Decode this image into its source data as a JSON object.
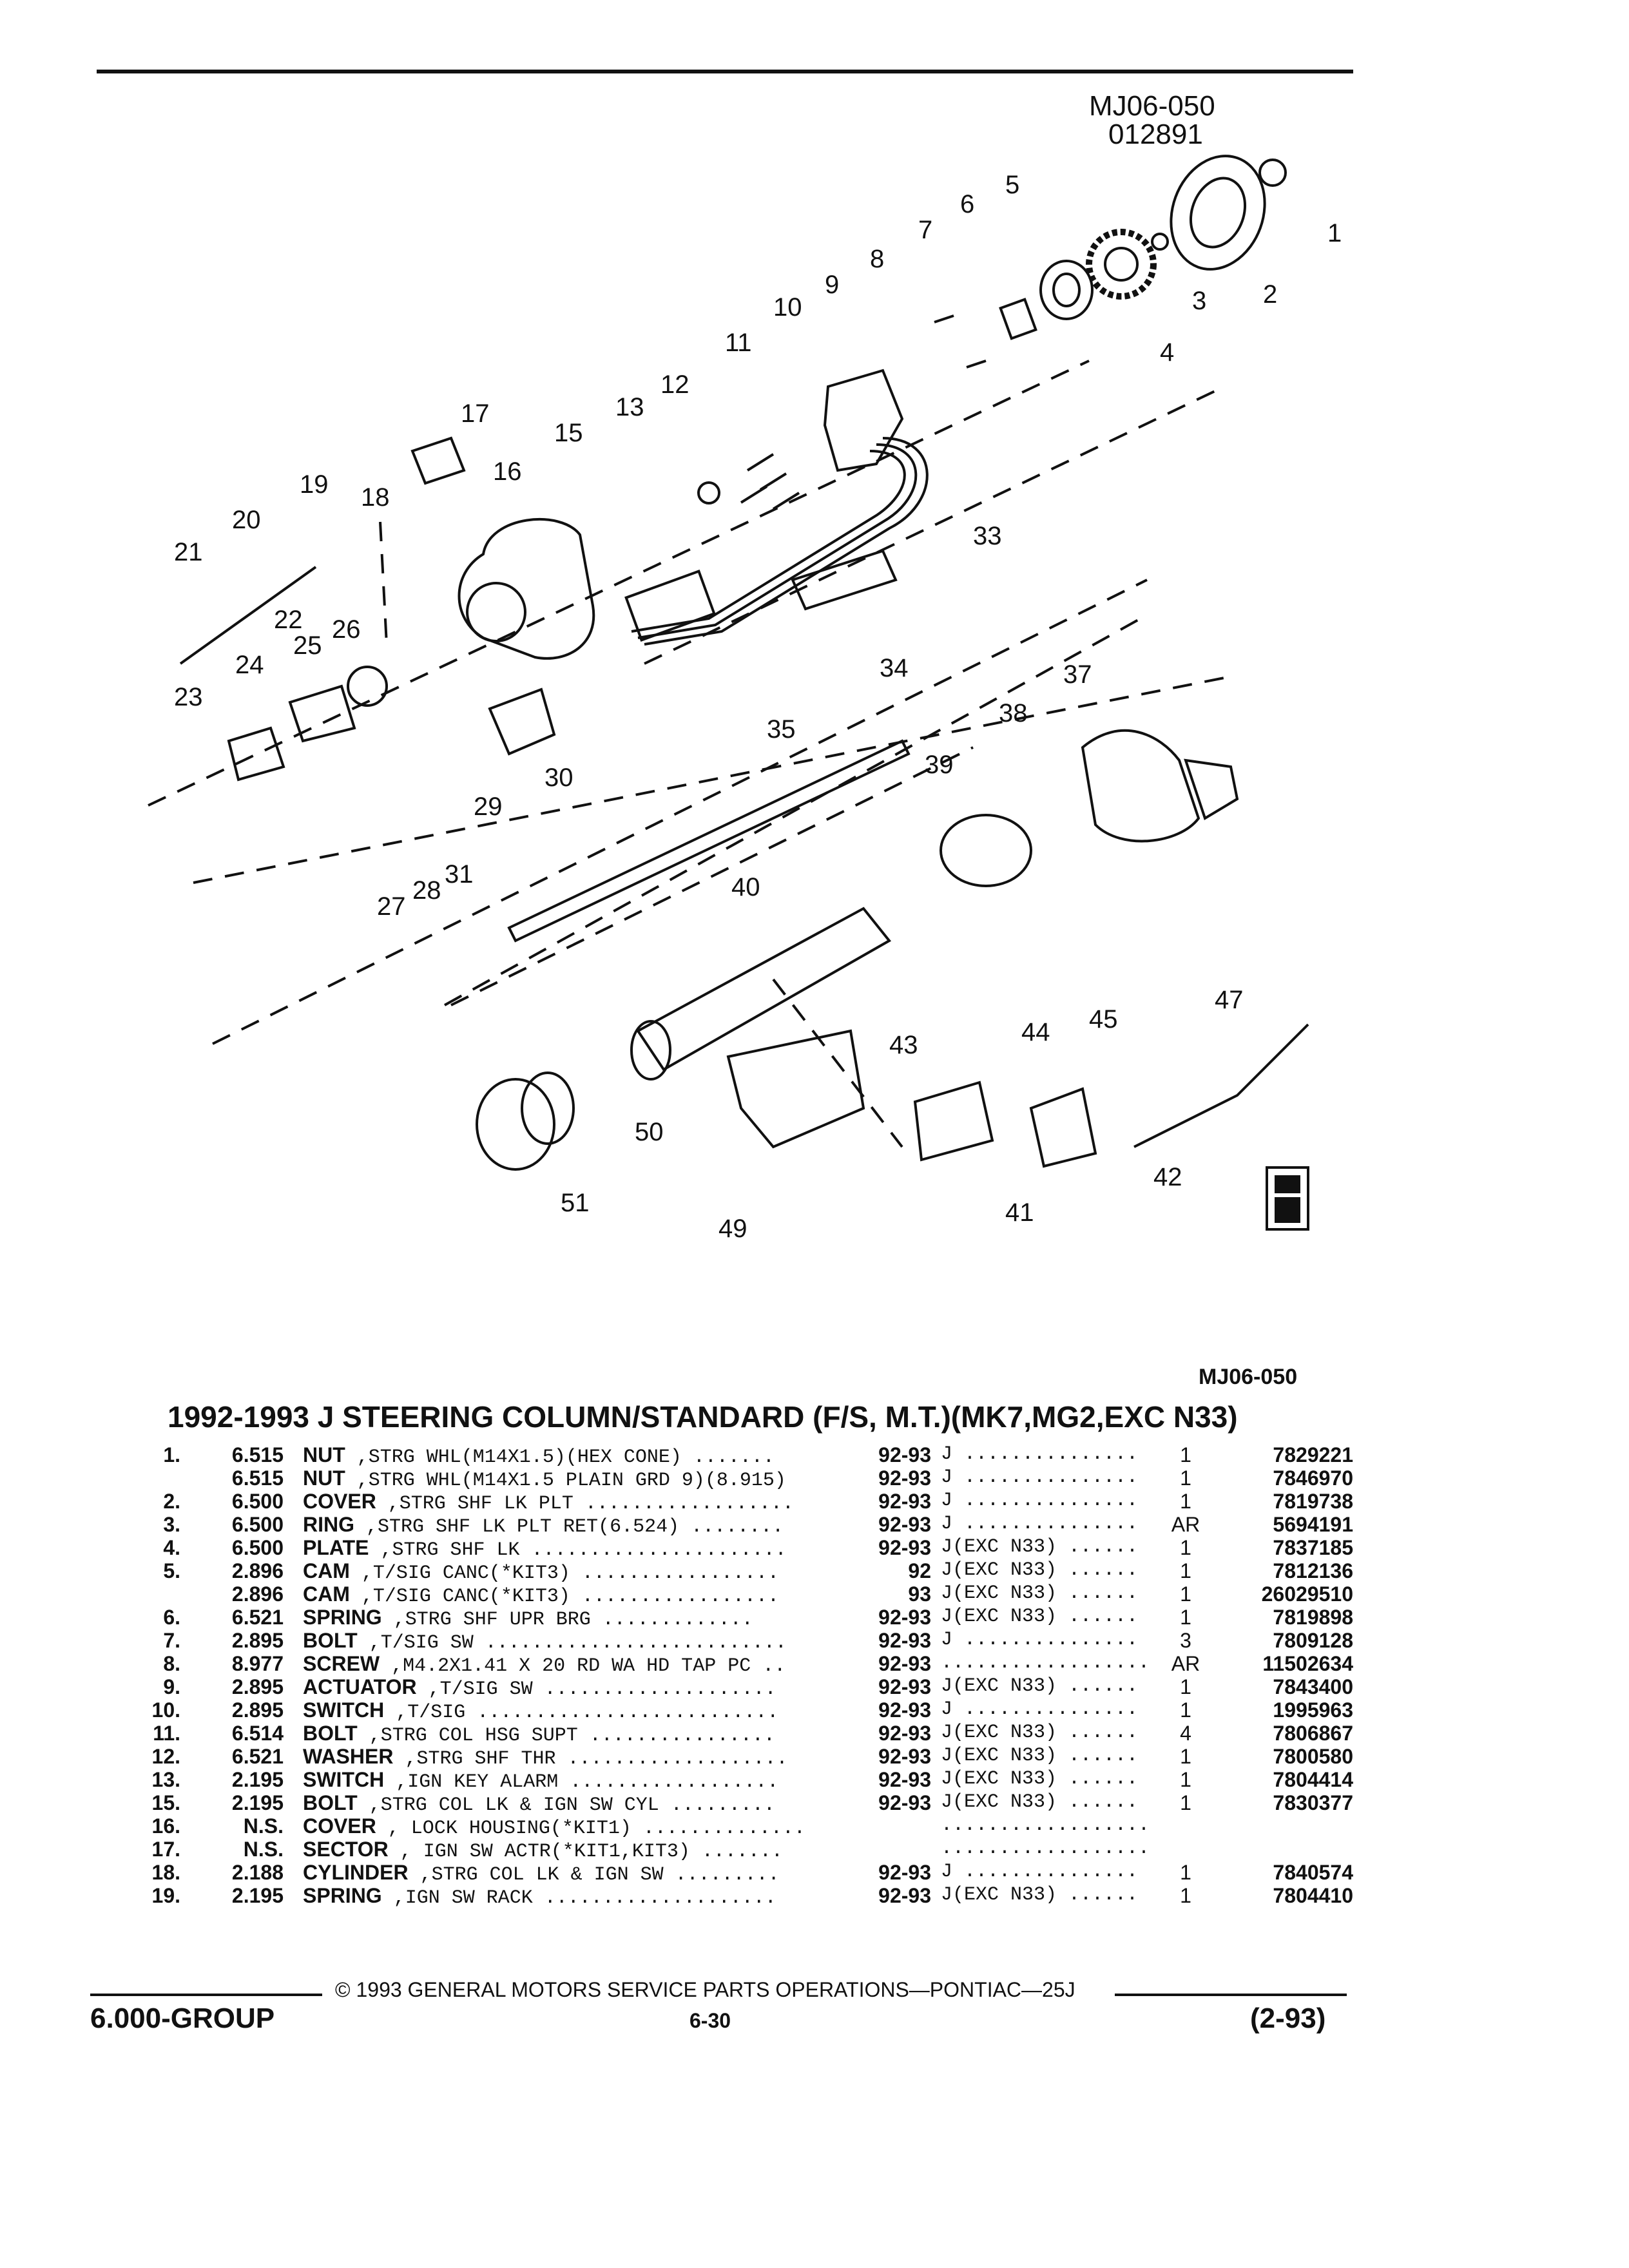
{
  "figure": {
    "id": "MJ06-050",
    "date_code": "012891"
  },
  "callouts": [
    "1",
    "2",
    "3",
    "4",
    "5",
    "6",
    "7",
    "8",
    "9",
    "10",
    "11",
    "12",
    "13",
    "15",
    "16",
    "17",
    "18",
    "19",
    "20",
    "21",
    "22",
    "23",
    "24",
    "25",
    "26",
    "27",
    "28",
    "29",
    "30",
    "31",
    "33",
    "34",
    "35",
    "37",
    "38",
    "39",
    "40",
    "41",
    "42",
    "43",
    "44",
    "45",
    "47",
    "49",
    "50",
    "51"
  ],
  "section": {
    "code": "MJ06-050",
    "title": "1992-1993 J STEERING COLUMN/STANDARD (F/S, M.T.)(MK7,MG2,EXC N33)"
  },
  "parts": [
    {
      "no": "1.",
      "group": "6.515",
      "name": "NUT",
      "desc": " ,STRG WHL(M14X1.5)(HEX CONE) .......",
      "years": "92-93",
      "model": "J ...............",
      "qty": "1",
      "pn": "7829221"
    },
    {
      "no": "",
      "group": "6.515",
      "name": "NUT",
      "desc": " ,STRG WHL(M14X1.5 PLAIN GRD 9)(8.915)",
      "years": "92-93",
      "model": "J ...............",
      "qty": "1",
      "pn": "7846970"
    },
    {
      "no": "2.",
      "group": "6.500",
      "name": "COVER",
      "desc": " ,STRG SHF LK PLT ..................",
      "years": "92-93",
      "model": "J ...............",
      "qty": "1",
      "pn": "7819738"
    },
    {
      "no": "3.",
      "group": "6.500",
      "name": "RING",
      "desc": " ,STRG SHF LK PLT RET(6.524) ........",
      "years": "92-93",
      "model": "J ...............",
      "qty": "AR",
      "pn": "5694191"
    },
    {
      "no": "4.",
      "group": "6.500",
      "name": "PLATE",
      "desc": " ,STRG SHF LK ......................",
      "years": "92-93",
      "model": "J(EXC N33) ......",
      "qty": "1",
      "pn": "7837185"
    },
    {
      "no": "5.",
      "group": "2.896",
      "name": "CAM",
      "desc": " ,T/SIG CANC(*KIT3) .................",
      "years": "92",
      "model": "J(EXC N33) ......",
      "qty": "1",
      "pn": "7812136"
    },
    {
      "no": "",
      "group": "2.896",
      "name": "CAM",
      "desc": " ,T/SIG CANC(*KIT3) .................",
      "years": "93",
      "model": "J(EXC N33) ......",
      "qty": "1",
      "pn": "26029510"
    },
    {
      "no": "6.",
      "group": "6.521",
      "name": "SPRING",
      "desc": " ,STRG SHF UPR BRG .............",
      "years": "92-93",
      "model": "J(EXC N33) ......",
      "qty": "1",
      "pn": "7819898"
    },
    {
      "no": "7.",
      "group": "2.895",
      "name": "BOLT",
      "desc": " ,T/SIG SW ..........................",
      "years": "92-93",
      "model": "J ...............",
      "qty": "3",
      "pn": "7809128"
    },
    {
      "no": "8.",
      "group": "8.977",
      "name": "SCREW",
      "desc": " ,M4.2X1.41 X 20 RD WA HD TAP PC ..",
      "years": "92-93",
      "model": "..................",
      "qty": "AR",
      "pn": "11502634"
    },
    {
      "no": "9.",
      "group": "2.895",
      "name": "ACTUATOR",
      "desc": " ,T/SIG SW ....................",
      "years": "92-93",
      "model": "J(EXC N33) ......",
      "qty": "1",
      "pn": "7843400"
    },
    {
      "no": "10.",
      "group": "2.895",
      "name": "SWITCH",
      "desc": " ,T/SIG ..........................",
      "years": "92-93",
      "model": "J ...............",
      "qty": "1",
      "pn": "1995963"
    },
    {
      "no": "11.",
      "group": "6.514",
      "name": "BOLT",
      "desc": " ,STRG COL HSG SUPT ................",
      "years": "92-93",
      "model": "J(EXC N33) ......",
      "qty": "4",
      "pn": "7806867"
    },
    {
      "no": "12.",
      "group": "6.521",
      "name": "WASHER",
      "desc": " ,STRG SHF THR ...................",
      "years": "92-93",
      "model": "J(EXC N33) ......",
      "qty": "1",
      "pn": "7800580"
    },
    {
      "no": "13.",
      "group": "2.195",
      "name": "SWITCH",
      "desc": " ,IGN KEY ALARM ..................",
      "years": "92-93",
      "model": "J(EXC N33) ......",
      "qty": "1",
      "pn": "7804414"
    },
    {
      "no": "15.",
      "group": "2.195",
      "name": "BOLT",
      "desc": " ,STRG COL LK & IGN SW CYL .........",
      "years": "92-93",
      "model": "J(EXC N33) ......",
      "qty": "1",
      "pn": "7830377"
    },
    {
      "no": "16.",
      "group": "N.S.",
      "name": "COVER",
      "desc": " , LOCK HOUSING(*KIT1) ..............",
      "years": "",
      "model": "..................",
      "qty": "",
      "pn": ""
    },
    {
      "no": "17.",
      "group": "N.S.",
      "name": "SECTOR",
      "desc": " , IGN SW ACTR(*KIT1,KIT3) .......",
      "years": "",
      "model": "..................",
      "qty": "",
      "pn": ""
    },
    {
      "no": "18.",
      "group": "2.188",
      "name": "CYLINDER",
      "desc": " ,STRG COL LK & IGN SW .........",
      "years": "92-93",
      "model": "J ...............",
      "qty": "1",
      "pn": "7840574"
    },
    {
      "no": "19.",
      "group": "2.195",
      "name": "SPRING",
      "desc": " ,IGN SW RACK ....................",
      "years": "92-93",
      "model": "J(EXC N33) ......",
      "qty": "1",
      "pn": "7804410"
    }
  ],
  "footer": {
    "copyright": "© 1993 GENERAL MOTORS SERVICE PARTS OPERATIONS—PONTIAC—25J",
    "group": "6.000-GROUP",
    "page": "6-30",
    "date": "(2-93)"
  }
}
